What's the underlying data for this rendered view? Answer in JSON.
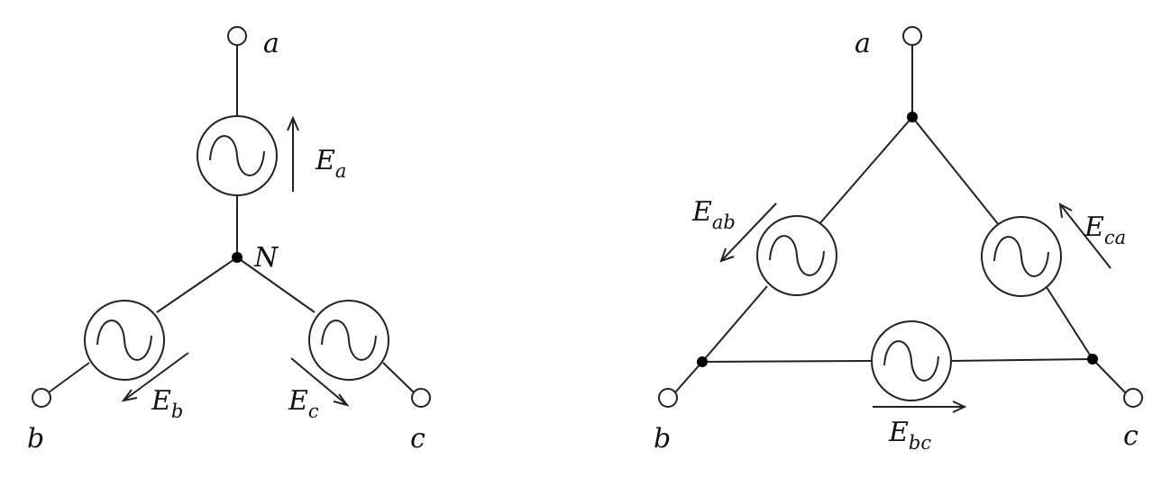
{
  "star": {
    "terminals": {
      "a": "a",
      "b": "b",
      "c": "c"
    },
    "neutral": "N",
    "emf": {
      "a": {
        "main": "E",
        "sub": "a"
      },
      "b": {
        "main": "E",
        "sub": "b"
      },
      "c": {
        "main": "E",
        "sub": "c"
      }
    }
  },
  "delta": {
    "terminals": {
      "a": "a",
      "b": "b",
      "c": "c"
    },
    "emf": {
      "ab": {
        "main": "E",
        "sub": "ab"
      },
      "bc": {
        "main": "E",
        "sub": "bc"
      },
      "ca": {
        "main": "E",
        "sub": "ca"
      }
    }
  },
  "colors": {
    "line": "#222222",
    "node": "#000000",
    "background": "#ffffff"
  }
}
